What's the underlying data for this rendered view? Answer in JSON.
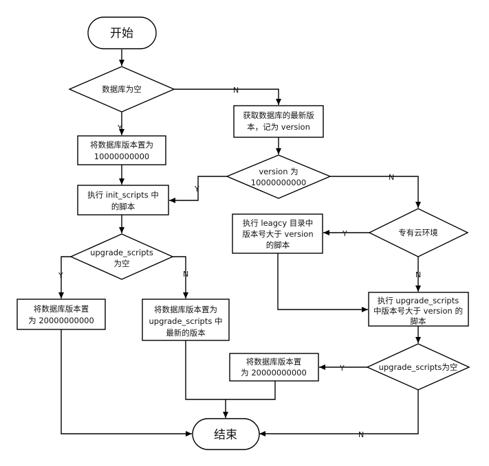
{
  "nodes": {
    "start": "开始",
    "db_empty": "数据库为空",
    "set_ver_1e10_l1": "将数据库版本置为",
    "set_ver_1e10_l2": "10000000000",
    "run_init_l1": "执行 init_scripts 中",
    "run_init_l2": "的脚本",
    "upg_empty1_l1": "upgrade_scripts",
    "upg_empty1_l2": "为空",
    "set_2e10_left_l1": "将数据库版本置",
    "set_2e10_left_l2": "为 20000000000",
    "set_latest_l1": "将数据库版本置为",
    "set_latest_l2": "upgrade_scripts 中",
    "set_latest_l3": "最新的版本",
    "get_latest_l1": "获取数据库的最新版",
    "get_latest_l2": "本，记为 version",
    "version_check_l1": "version 为",
    "version_check_l2": "10000000000",
    "private_cloud": "专有云环境",
    "run_legacy_l1": "执行 leagcy 目录中",
    "run_legacy_l2": "版本号大于 version",
    "run_legacy_l3": "的脚本",
    "run_upgrade_l1": "执行 upgrade_scripts",
    "run_upgrade_l2": "中版本号大于 version 的",
    "run_upgrade_l3": "脚本",
    "upg_empty2": "upgrade_scripts为空",
    "set_2e10_right_l1": "将数据库版本置",
    "set_2e10_right_l2": "为 20000000000",
    "end": "结束"
  },
  "edge_labels": {
    "yes": "Y",
    "no": "N"
  }
}
